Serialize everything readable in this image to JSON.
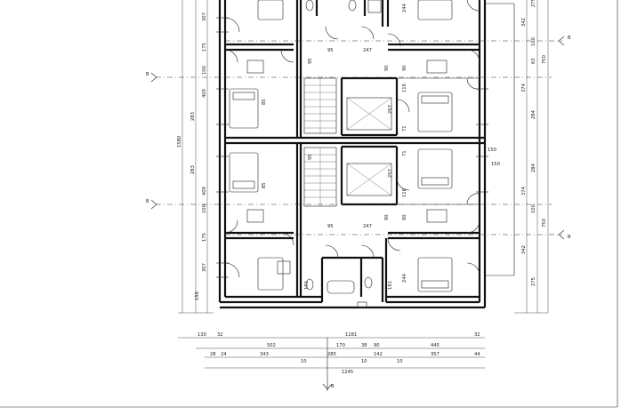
{
  "plan": {
    "section_mark": "B",
    "bottom_dims": {
      "row1": [
        "130",
        "32",
        "1181",
        "32"
      ],
      "row2": [
        "502",
        "170",
        "38",
        "90",
        "445"
      ],
      "row3": [
        "28",
        "24",
        "343",
        "285",
        "142",
        "357",
        "44"
      ],
      "row3_small": [
        "10",
        "10",
        "10"
      ],
      "row4": [
        "1245"
      ]
    },
    "left_dims": [
      "307",
      "175",
      "100",
      "409",
      "283",
      "1580",
      "283",
      "409",
      "100",
      "175",
      "307",
      "156"
    ],
    "right_dims": [
      "275",
      "342",
      "100",
      "63",
      "750",
      "374",
      "284",
      "150",
      "284",
      "374",
      "750",
      "100",
      "342",
      "275"
    ],
    "room_dims": [
      "95",
      "247",
      "95",
      "247",
      "90",
      "90",
      "116",
      "71",
      "71",
      "116",
      "90",
      "90",
      "244",
      "244",
      "191",
      "191",
      "267",
      "257",
      "95",
      "95",
      "150",
      "85",
      "85"
    ]
  }
}
